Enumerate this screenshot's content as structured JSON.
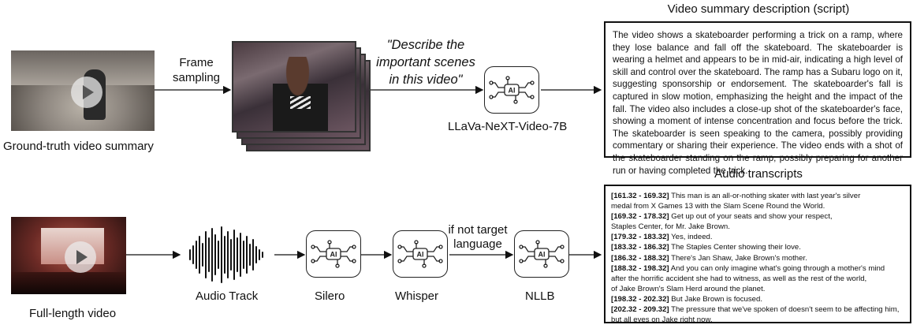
{
  "top": {
    "gt_label": "Ground-truth video summary",
    "frame_sampling_label": [
      "Frame",
      "sampling"
    ],
    "prompt_lines": [
      "\"Describe the",
      "important scenes",
      "in this video\""
    ],
    "model_label": "LLaVa-NeXT-Video-7B",
    "summary_title": "Video summary description (script)",
    "summary_text": "The video shows a skateboarder performing a trick on a ramp, where they lose balance and  fall off the skateboard. The skateboarder is wearing a helmet and appears to be in mid-air,  indicating a high level of skill and control over the skateboard. The ramp has a Subaru logo on it,  suggesting sponsorship or endorsement. The skateboarder's fall is captured in slow motion, emphasizing the height and the impact of the fall. The video also includes a close-up shot of the skateboarder's face, showing a moment of intense concentration and focus before the trick. The skateboarder is seen speaking to the camera, possibly providing commentary or sharing their experience. The video ends with a shot of the skateboarder standing on the ramp, possibly preparing for another run or having completed the trick."
  },
  "bottom": {
    "full_label": "Full-length video",
    "audio_label": "Audio Track",
    "silero_label": "Silero",
    "whisper_label": "Whisper",
    "condition_label": [
      "if  not target",
      "language"
    ],
    "nllb_label": "NLLB",
    "transcripts_title": "Audio transcripts",
    "transcripts": [
      {
        "ts": "[161.32 - 169.32]",
        "text": " This man is an all-or-nothing skater with last year's silver"
      },
      {
        "ts": "",
        "text": "medal from X Games 13 with the Slam Scene Round the World."
      },
      {
        "ts": "[169.32 - 178.32]",
        "text": " Get up out of your seats and show your respect,"
      },
      {
        "ts": "",
        "text": "Staples Center, for Mr. Jake Brown."
      },
      {
        "ts": "[179.32 - 183.32]",
        "text": " Yes, indeed."
      },
      {
        "ts": "[183.32 - 186.32]",
        "text": " The Staples Center showing their love."
      },
      {
        "ts": "[186.32 - 188.32]",
        "text": " There's Jan Shaw, Jake Brown's mother."
      },
      {
        "ts": "[188.32 - 198.32]",
        "text": " And you can only imagine what's going through a mother's mind"
      },
      {
        "ts": "",
        "text": "after the horrific accident she had to witness, as well as the rest of the world,"
      },
      {
        "ts": "",
        "text": "of Jake Brown's Slam Herd around the planet."
      },
      {
        "ts": "[198.32 - 202.32]",
        "text": " But Jake Brown is focused."
      },
      {
        "ts": "[202.32 - 209.32]",
        "text": " The pressure that we've spoken of doesn't seem to be affecting him,"
      },
      {
        "ts": "",
        "text": "but all eyes on Jake right now."
      }
    ]
  }
}
